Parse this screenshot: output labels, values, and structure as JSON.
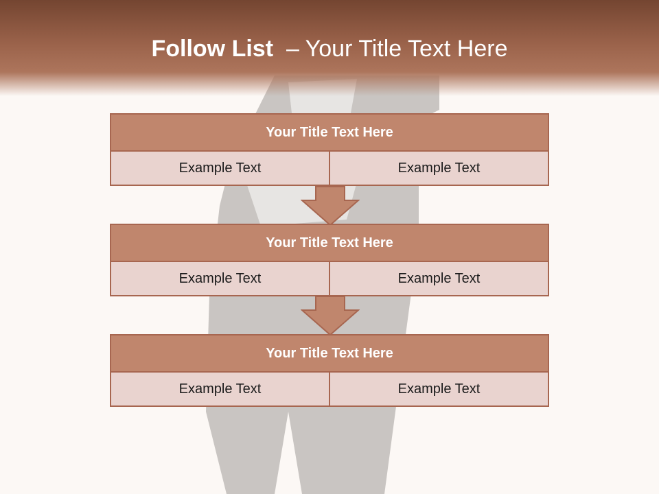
{
  "slide": {
    "title_bold": "Follow List",
    "title_rest": "– Your Title Text Here"
  },
  "blocks": [
    {
      "title": "Your Title Text Here",
      "left": "Example Text",
      "right": "Example Text"
    },
    {
      "title": "Your Title Text Here",
      "left": "Example Text",
      "right": "Example Text"
    },
    {
      "title": "Your Title Text Here",
      "left": "Example Text",
      "right": "Example Text"
    }
  ],
  "colors": {
    "header": "#9a624a",
    "block_title": "#c0866d",
    "block_row": "#e9d3cf",
    "border": "#a76650",
    "background": "#fcf8f5"
  },
  "icons": [
    "down-arrow-icon",
    "businessman-illustration"
  ]
}
